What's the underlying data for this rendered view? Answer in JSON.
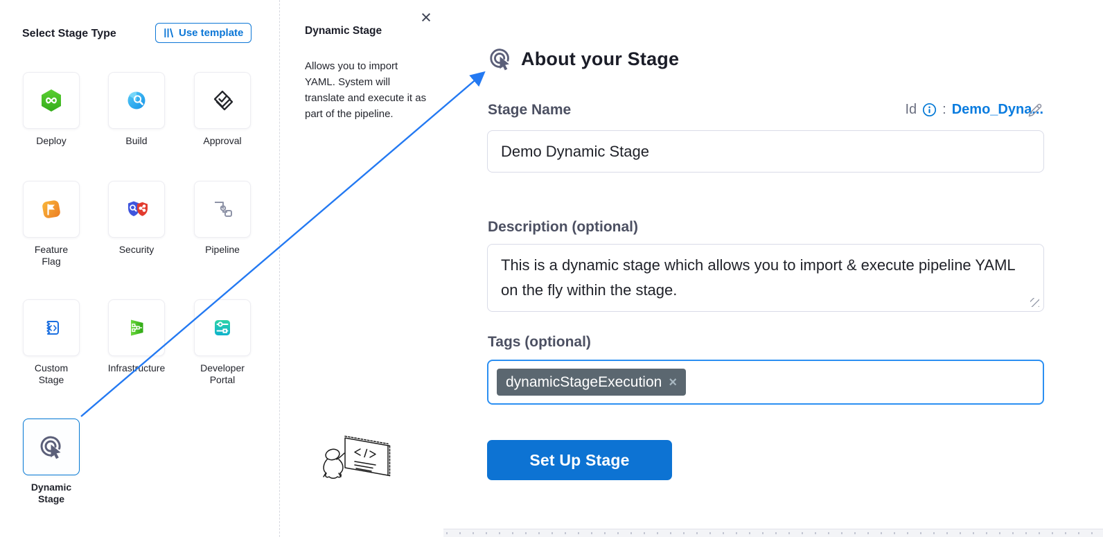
{
  "left_panel": {
    "title": "Select Stage Type",
    "use_template_label": "Use template",
    "stages": [
      {
        "label": "Deploy"
      },
      {
        "label": "Build"
      },
      {
        "label": "Approval"
      },
      {
        "label": "Feature Flag"
      },
      {
        "label": "Security"
      },
      {
        "label": "Pipeline"
      },
      {
        "label": "Custom Stage"
      },
      {
        "label": "Infrastructure"
      },
      {
        "label": "Developer Portal"
      },
      {
        "label": "Dynamic Stage",
        "selected": true
      }
    ]
  },
  "info_panel": {
    "close_icon": "×",
    "title": "Dynamic Stage",
    "description": "Allows you to import YAML. System will translate and execute it as part of the pipeline."
  },
  "about_panel": {
    "title": "About your Stage",
    "stage_name_label": "Stage Name",
    "id_label": "Id",
    "id_colon": ":",
    "id_value": "Demo_Dyna...",
    "stage_name_value": "Demo Dynamic Stage",
    "description_label": "Description (optional)",
    "description_value": "This is a dynamic stage which allows you to import & execute pipeline YAML on the fly within the stage.",
    "tags_label": "Tags (optional)",
    "tag_chip": "dynamicStageExecution",
    "tag_remove_icon": "×",
    "setup_button_label": "Set Up Stage"
  },
  "colors": {
    "primary_blue": "#0278d5",
    "connector_blue": "#2379f2",
    "tag_chip_bg": "#5b6770",
    "deploy_green": "#42ba24",
    "build_blue": "#2bb1f2",
    "feature_flag_orange": "#f09b26",
    "infrastructure_green": "#4cc728",
    "developer_portal_teal": "#17c0b4",
    "dynamic_slate": "#5b5f79"
  }
}
